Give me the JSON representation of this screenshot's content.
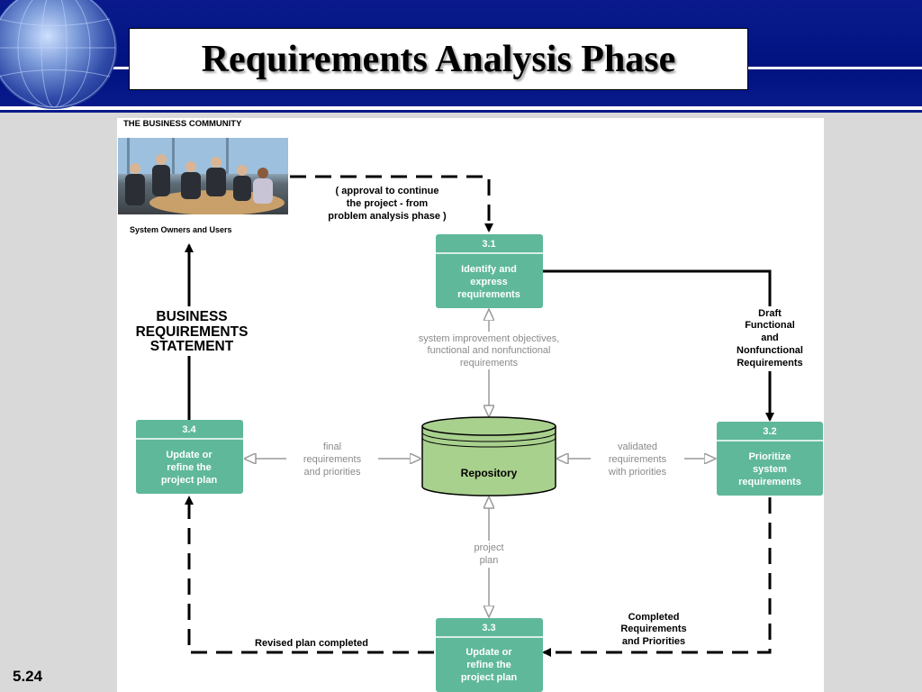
{
  "slide": {
    "title": "Requirements Analysis Phase",
    "number": "5.24"
  },
  "diagram": {
    "business_community_label": "THE BUSINESS COMMUNITY",
    "system_owners_label": "System Owners and Users",
    "business_requirements_statement": [
      "BUSINESS",
      "REQUIREMENTS",
      "STATEMENT"
    ],
    "approval_note": [
      "( approval to continue",
      "the project - from",
      "problem analysis phase )"
    ],
    "processes": [
      {
        "id": "3.1",
        "label": [
          "Identify and",
          "express",
          "requirements"
        ]
      },
      {
        "id": "3.2",
        "label": [
          "Prioritize",
          "system",
          "requirements"
        ]
      },
      {
        "id": "3.3",
        "label": [
          "Update or",
          "refine the",
          "project plan"
        ]
      },
      {
        "id": "3.4",
        "label": [
          "Update or",
          "refine the",
          "project plan"
        ]
      }
    ],
    "repository_label": "Repository",
    "flows": {
      "draft_requirements": [
        "Draft",
        "Functional",
        "and",
        "Nonfunctional",
        "Requirements"
      ],
      "system_improvement": [
        "system improvement objectives,",
        "functional  and nonfunctional",
        "requirements"
      ],
      "final_requirements": [
        "final",
        "requirements",
        "and priorities"
      ],
      "validated_requirements": [
        "validated",
        "requirements",
        "with priorities"
      ],
      "project_plan": [
        "project",
        "plan"
      ],
      "completed_requirements": [
        "Completed",
        "Requirements",
        "and Priorities"
      ],
      "revised_plan": "Revised plan completed"
    },
    "colors": {
      "process_fill": "#5fb89a",
      "repository_fill": "#a9d18e",
      "data_flow_gray": "#9a9a9a"
    }
  }
}
